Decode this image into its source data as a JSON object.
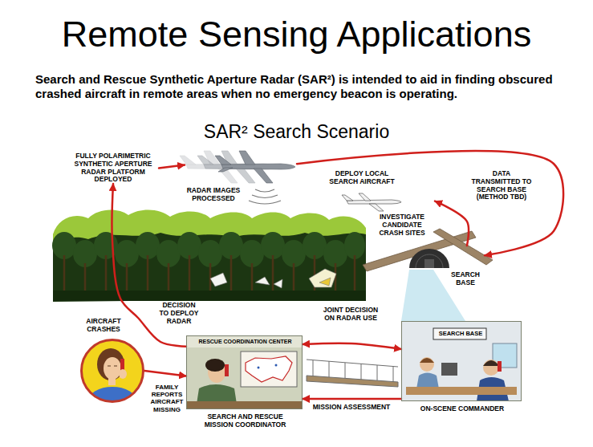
{
  "diagram": {
    "title": "Remote Sensing Applications",
    "caption": "Search and Rescue Synthetic Aperture Radar (SAR²) is intended to aid in finding obscured crashed aircraft in remote areas when no emergency beacon is operating.",
    "nodes": [
      {
        "text": [
          "FULLY POLARIMETRIC SYNTHETIC APERTURE RADAR PLATFORM DEPLOYED"
        ]
      },
      {
        "text": [
          "RADAR IMAGES PROCESSED"
        ]
      },
      {
        "text": [
          "DEPLOY LOCAL SEARCH AIRCRAFT",
          "INVESTIGATE CANDIDATE CRASH SITES"
        ]
      },
      {
        "text": [
          "SEARCH BASE"
        ]
      },
      {
        "text": [
          "AIRCRAFT CRASHES"
        ]
      },
      {
        "text": [
          "RESCUE COORDINATION CENTER",
          "SEARCH AND RESCUE MISSION COORDINATOR"
        ]
      },
      {
        "text": [
          "SEARCH BASE",
          "ON-SCENE COMMANDER"
        ]
      }
    ],
    "edges": [
      {
        "from": 0,
        "to": 1,
        "arrow": "to"
      },
      {
        "from": 1,
        "to": 3,
        "label": "DATA TRANSMITTED TO SEARCH BASE (METHOD TBD)",
        "arrow": "to"
      },
      {
        "from": 3,
        "to": 2,
        "arrow": "to"
      },
      {
        "from": 4,
        "to": 5,
        "label": "FAMILY REPORTS AIRCRAFT MISSING",
        "arrow": "to"
      },
      {
        "from": 5,
        "to": 0,
        "label": "DECISION TO DEPLOY RADAR",
        "arrow": "to"
      },
      {
        "from": 5,
        "to": 6,
        "label": "JOINT DECISION ON RADAR USE",
        "arrow": "both"
      },
      {
        "from": 6,
        "to": 5,
        "label": "MISSION ASSESSMENT",
        "arrow": "to"
      }
    ],
    "labels": [
      "SAR² Search Scenario"
    ]
  }
}
